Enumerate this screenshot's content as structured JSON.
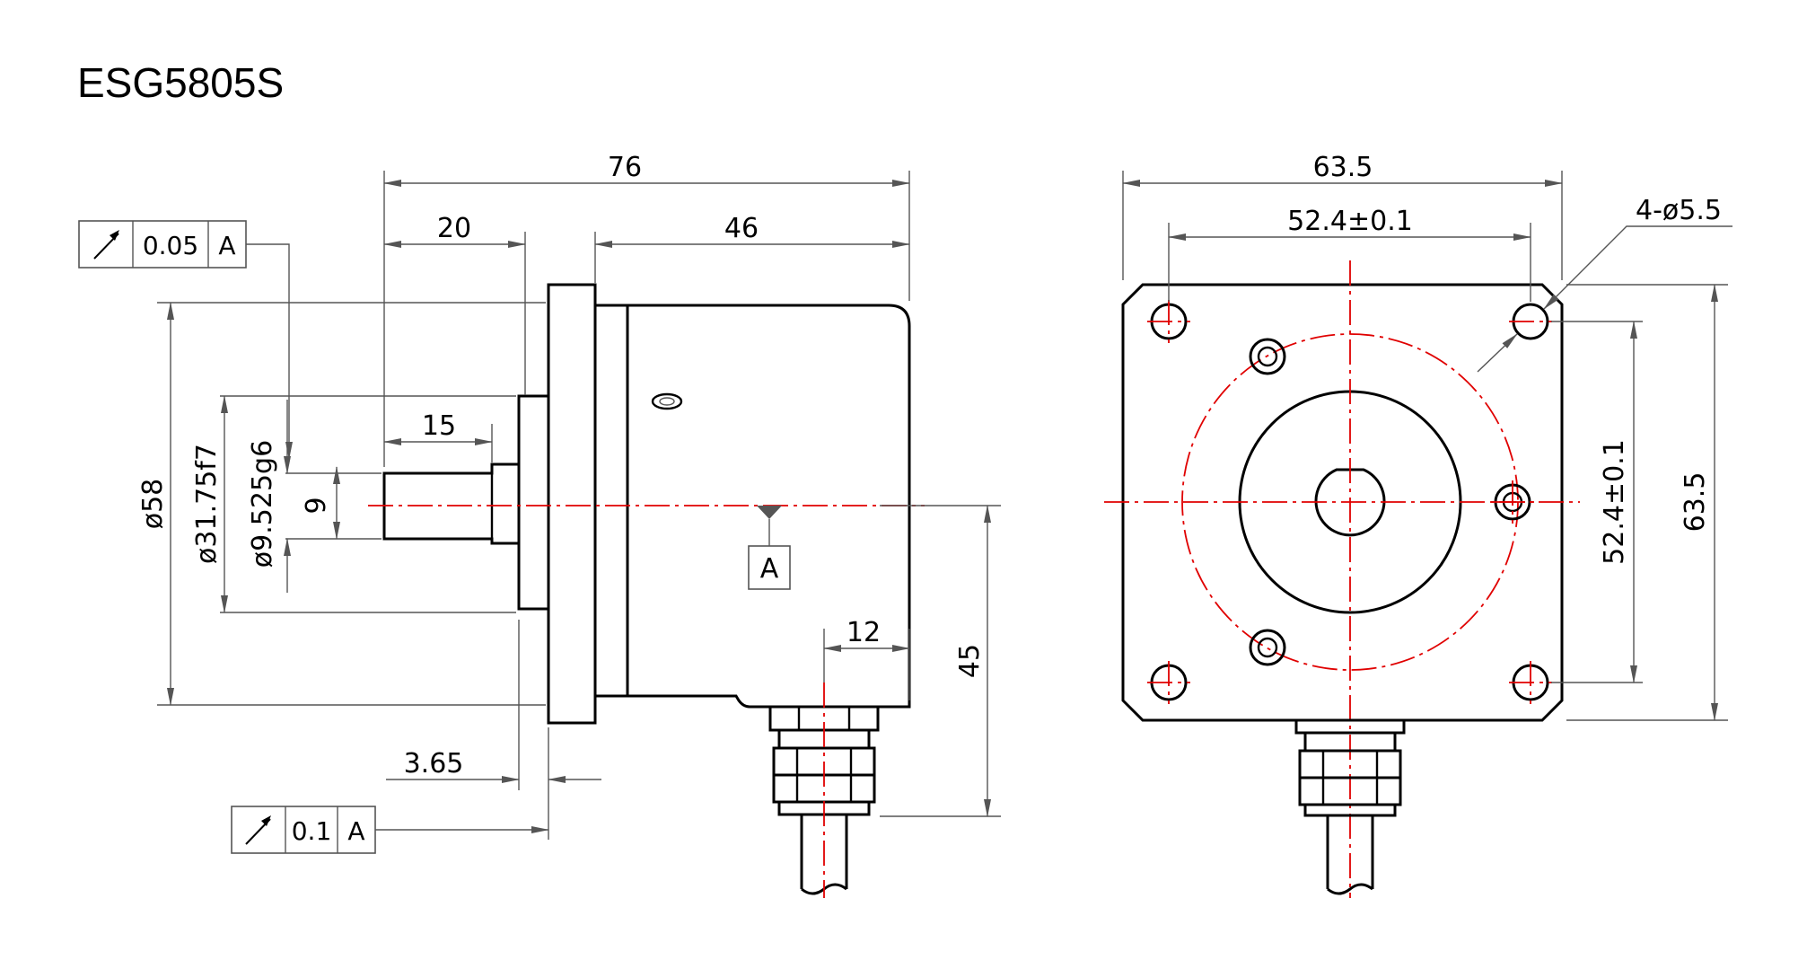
{
  "title": "ESG5805S",
  "side_view": {
    "length_total": "76",
    "length_front": "20",
    "length_body": "46",
    "shaft_length": "15",
    "flange_thickness": "3.65",
    "cable_offset": "12",
    "cable_height": "45",
    "dia_body": "ø58",
    "dia_pilot": "ø31.75f7",
    "dia_shaft": "ø9.525g6",
    "flat": "9",
    "datum": "A",
    "runout_top": {
      "value": "0.05",
      "datum": "A"
    },
    "runout_bottom": {
      "value": "0.1",
      "datum": "A"
    }
  },
  "front_view": {
    "width": "63.5",
    "hole_spacing_h": "52.4±0.1",
    "holes": "4-ø5.5",
    "hole_spacing_v": "52.4±0.1",
    "height": "63.5"
  },
  "colors": {
    "outline": "#000000",
    "centerline": "#e00000",
    "dimension": "#555555"
  }
}
